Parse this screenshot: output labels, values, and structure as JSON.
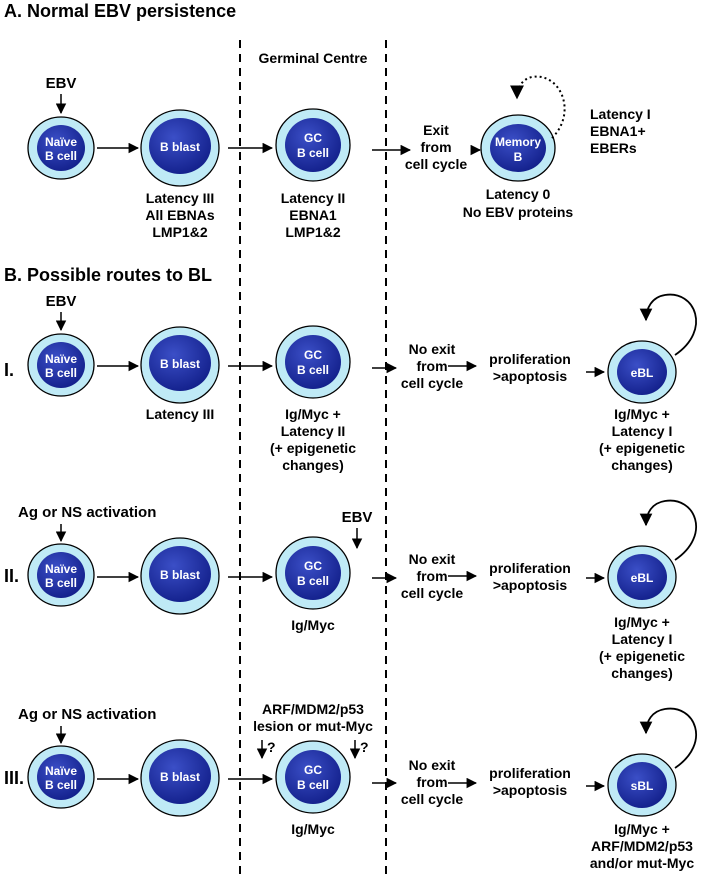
{
  "colors": {
    "cell_outer": "#bfeaf6",
    "cell_inner": "#1a2a9c",
    "cell_highlight": "#3b4fc7",
    "line": "#000000"
  },
  "sections": {
    "a_title": "A. Normal EBV persistence",
    "b_title": "B. Possible routes to BL",
    "germinal_centre": "Germinal Centre"
  },
  "roman": {
    "r1": "I.",
    "r2": "II.",
    "r3": "III."
  },
  "stimuli": {
    "ebv_a": "EBV",
    "ebv_r1": "EBV",
    "ag_r2": "Ag or NS activation",
    "ebv_r2": "EBV",
    "ag_r3": "Ag or NS activation",
    "lesion_line1": "ARF/MDM2/p53",
    "lesion_line2": "lesion or mut-Myc",
    "q_left": "?",
    "q_right": "?"
  },
  "cells": {
    "naive_line1": "Naïve",
    "naive_line2": "B cell",
    "b_blast": "B blast",
    "gc_line1": "GC",
    "gc_line2": "B cell",
    "memory_line1": "Memory",
    "memory_line2": "B",
    "ebl": "eBL",
    "sbl": "sBL"
  },
  "labels": {
    "a_blast": [
      "Latency III",
      "All EBNAs",
      "LMP1&2"
    ],
    "a_gc": [
      "Latency II",
      "EBNA1",
      "LMP1&2"
    ],
    "a_exit": [
      "Exit",
      "from",
      "cell cycle"
    ],
    "a_memory_below": [
      "Latency 0",
      "No EBV proteins"
    ],
    "a_memory_right": [
      "Latency I",
      "EBNA1+",
      "EBERs"
    ],
    "r1_blast": [
      "Latency III"
    ],
    "r1_gc": [
      "Ig/Myc +",
      "Latency II",
      "(+ epigenetic",
      "changes)"
    ],
    "no_exit": [
      "No exit",
      "from",
      "cell cycle"
    ],
    "proliferation": [
      "proliferation",
      ">apoptosis"
    ],
    "r1_ebl": [
      "Ig/Myc +",
      "Latency I",
      "(+ epigenetic",
      "changes)"
    ],
    "r2_gc": [
      "Ig/Myc"
    ],
    "r2_ebl": [
      "Ig/Myc +",
      "Latency I",
      "(+ epigenetic",
      "changes)"
    ],
    "r3_gc": [
      "Ig/Myc"
    ],
    "r3_sbl": [
      "Ig/Myc +",
      "ARF/MDM2/p53",
      "and/or mut-Myc"
    ]
  }
}
